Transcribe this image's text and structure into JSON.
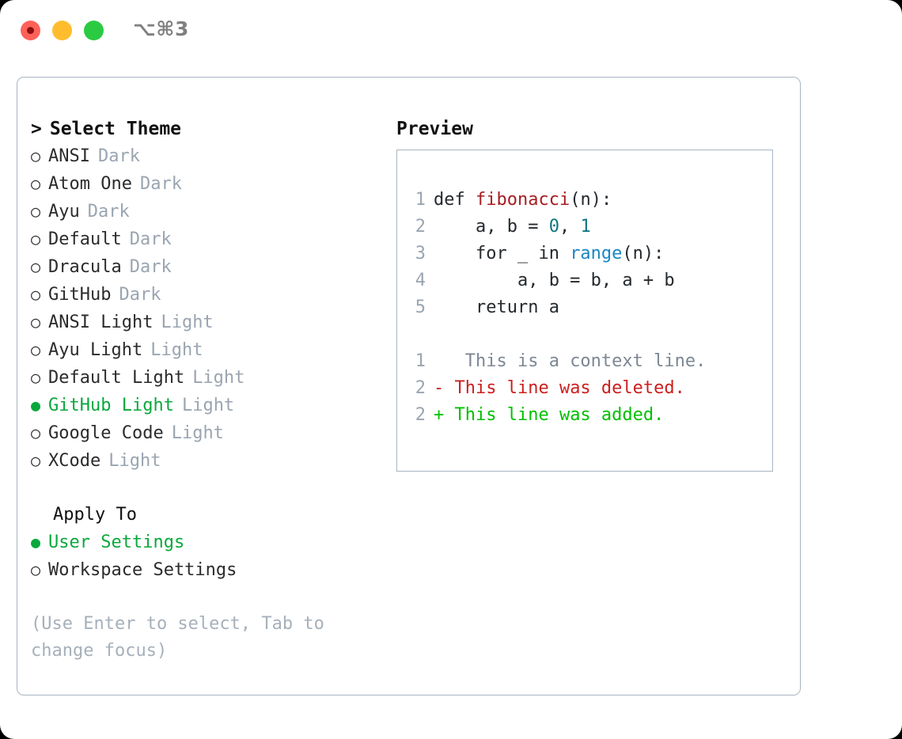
{
  "titlebar": {
    "shortcut": "⌥⌘3",
    "buttons": [
      {
        "name": "close",
        "color": "#ff6159"
      },
      {
        "name": "minimize",
        "color": "#ffbd2e"
      },
      {
        "name": "zoom",
        "color": "#2acb42"
      }
    ]
  },
  "colors": {
    "accent_green": "#0aa83c",
    "tag_grey": "#9aa5b1",
    "hint_grey": "#a6b0bb",
    "border": "#a9b4c2",
    "diff_deleted": "#cc1f1f",
    "diff_added": "#00c000",
    "code_function": "#a71d22",
    "code_number": "#0d7680",
    "code_call": "#1a85c4",
    "code_context": "#7d8794"
  },
  "theme_selector": {
    "title": "Select Theme",
    "caret": ">",
    "bullet_off": "○",
    "bullet_on": "●",
    "options": [
      {
        "label": "ANSI",
        "tag": "Dark",
        "selected": false
      },
      {
        "label": "Atom One",
        "tag": "Dark",
        "selected": false
      },
      {
        "label": "Ayu",
        "tag": "Dark",
        "selected": false
      },
      {
        "label": "Default",
        "tag": "Dark",
        "selected": false
      },
      {
        "label": "Dracula",
        "tag": "Dark",
        "selected": false
      },
      {
        "label": "GitHub",
        "tag": "Dark",
        "selected": false
      },
      {
        "label": "ANSI Light",
        "tag": "Light",
        "selected": false
      },
      {
        "label": "Ayu Light",
        "tag": "Light",
        "selected": false
      },
      {
        "label": "Default Light",
        "tag": "Light",
        "selected": false
      },
      {
        "label": "GitHub Light",
        "tag": "Light",
        "selected": true
      },
      {
        "label": "Google Code",
        "tag": "Light",
        "selected": false
      },
      {
        "label": "XCode",
        "tag": "Light",
        "selected": false
      }
    ]
  },
  "apply_to": {
    "title": "Apply To",
    "options": [
      {
        "label": "User Settings",
        "selected": true
      },
      {
        "label": "Workspace Settings",
        "selected": false
      }
    ]
  },
  "hint": "(Use Enter to select, Tab to change focus)",
  "preview": {
    "title": "Preview",
    "code_lines": [
      {
        "number": "1",
        "tokens": [
          {
            "text": "def ",
            "style": "plain"
          },
          {
            "text": "fibonacci",
            "style": "fn"
          },
          {
            "text": "(n):",
            "style": "plain"
          }
        ]
      },
      {
        "number": "2",
        "tokens": [
          {
            "text": "    a, b = ",
            "style": "plain"
          },
          {
            "text": "0",
            "style": "num"
          },
          {
            "text": ", ",
            "style": "plain"
          },
          {
            "text": "1",
            "style": "num"
          }
        ]
      },
      {
        "number": "3",
        "tokens": [
          {
            "text": "    for _ in ",
            "style": "plain"
          },
          {
            "text": "range",
            "style": "call"
          },
          {
            "text": "(n):",
            "style": "plain"
          }
        ]
      },
      {
        "number": "4",
        "tokens": [
          {
            "text": "        a, b = b, a + b",
            "style": "plain"
          }
        ]
      },
      {
        "number": "5",
        "tokens": [
          {
            "text": "    return a",
            "style": "plain"
          }
        ]
      }
    ],
    "diff_lines": [
      {
        "number": "1",
        "marker": " ",
        "text": "  This is a context line.",
        "style": "ctx"
      },
      {
        "number": "2",
        "marker": "-",
        "text": " This line was deleted.",
        "style": "del"
      },
      {
        "number": "2",
        "marker": "+",
        "text": " This line was added.",
        "style": "add"
      }
    ]
  }
}
